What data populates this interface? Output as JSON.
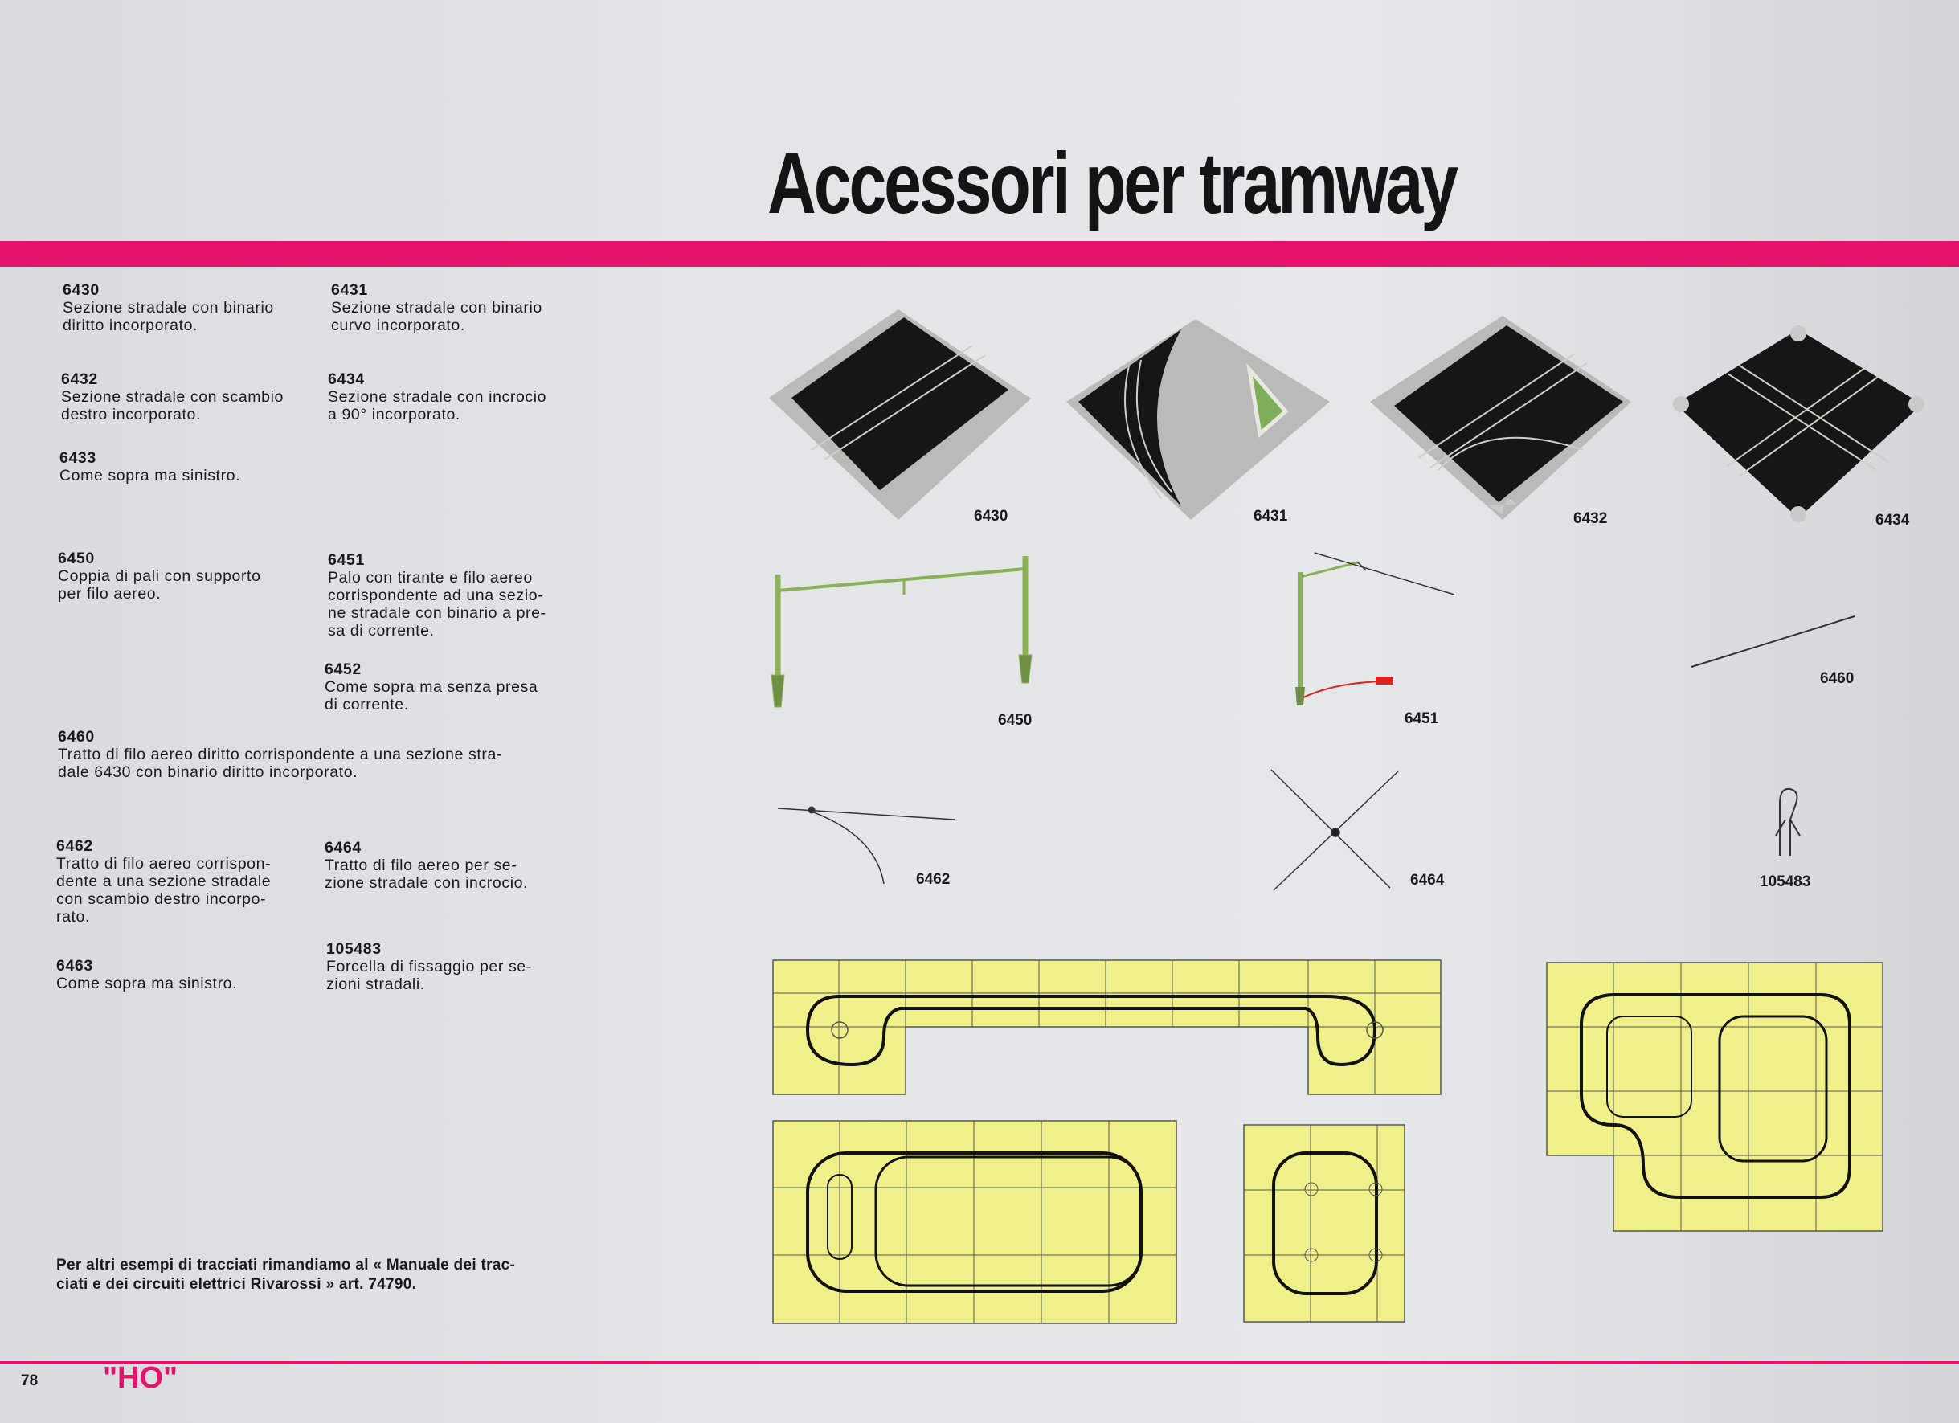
{
  "header": {
    "title": "Accessori per tramway"
  },
  "items": [
    {
      "code": "6430",
      "desc": "Sezione stradale con binario\ndiritto incorporato."
    },
    {
      "code": "6431",
      "desc": "Sezione stradale con binario\ncurvo incorporato."
    },
    {
      "code": "6432",
      "desc": "Sezione stradale con scambio\ndestro incorporato."
    },
    {
      "code": "6434",
      "desc": "Sezione stradale con incrocio\na 90° incorporato."
    },
    {
      "code": "6433",
      "desc": "Come sopra ma sinistro."
    },
    {
      "code": "6450",
      "desc": "Coppia di pali con supporto\nper filo aereo."
    },
    {
      "code": "6451",
      "desc": "Palo con tirante e filo aereo\ncorrispondente ad una sezio-\nne stradale con binario a pre-\nsa di corrente."
    },
    {
      "code": "6452",
      "desc": "Come sopra ma senza presa\ndi corrente."
    },
    {
      "code": "6460",
      "desc": "Tratto di filo aereo diritto corrispondente a una sezione stra-\ndale 6430 con binario diritto incorporato."
    },
    {
      "code": "6462",
      "desc": "Tratto di filo aereo corrispon-\ndente a una sezione stradale\ncon scambio destro incorpo-\nrato."
    },
    {
      "code": "6464",
      "desc": "Tratto di filo aereo per se-\nzione stradale con incrocio."
    },
    {
      "code": "6463",
      "desc": "Come sopra ma sinistro."
    },
    {
      "code": "105483",
      "desc": "Forcella di fissaggio per se-\nzioni stradali."
    }
  ],
  "note": "Per altri esempi di tracciati rimandiamo al « Manuale dei trac-\nciati e dei circuiti elettrici Rivarossi » art. 74790.",
  "figures": {
    "labels": [
      "6430",
      "6431",
      "6432",
      "6434",
      "6450",
      "6451",
      "6460",
      "6462",
      "6464",
      "105483"
    ]
  },
  "footer": {
    "page_number": "78",
    "scale": "\"HO\""
  },
  "colors": {
    "accent": "#e4146d",
    "road": "#141514",
    "pavement": "#b8bab8",
    "layout_fill": "#f0f08a"
  }
}
